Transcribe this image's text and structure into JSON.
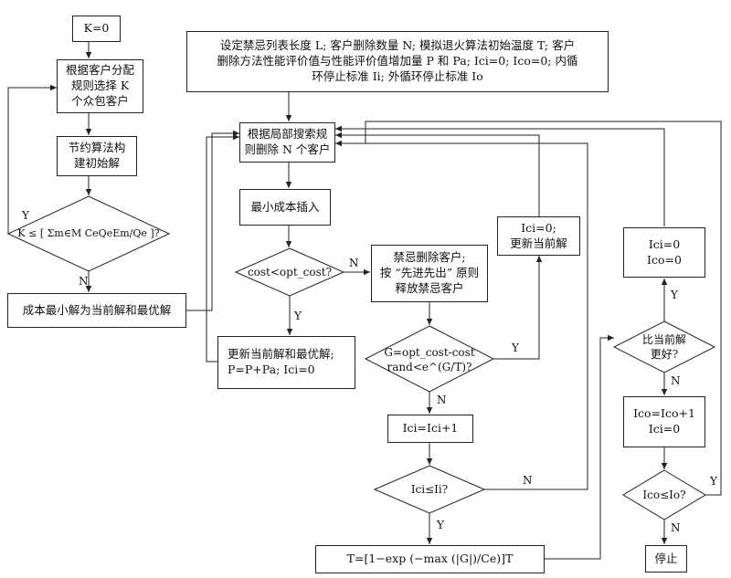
{
  "nodes": {
    "k0": [
      "K=0"
    ],
    "select_k": [
      "根据客户分配",
      "规则选择 K",
      "个众包客户"
    ],
    "saving_init": [
      "节约算法构",
      "建初始解"
    ],
    "k_check": [
      "K ≤ [ Σm∈M CeQeEm/Qe ]?"
    ],
    "min_cost_best": [
      "成本最小解为当前解和最优解"
    ],
    "params": [
      "设定禁忌列表长度 L; 客户删除数量 N; 模拟退火算法初始温度 T; 客户",
      "删除方法性能评价值与性能评价值增加量 P 和 Pa; Ici=0; Ico=0; 内循",
      "环停止标准 Ii; 外循环停止标准 Io"
    ],
    "local_search": [
      "根据局部搜索规",
      "则删除 N 个客户"
    ],
    "min_insert": [
      "最小成本插入"
    ],
    "cost_check": [
      "cost<opt_cost?"
    ],
    "tabu_remove": [
      "禁忌删除客户;",
      "按 “先进先出” 原则",
      "释放禁忌客户"
    ],
    "update_best": [
      "更新当前解和最优解;",
      "P=P+Pa; Ici=0"
    ],
    "ici0_update": [
      "Ici=0;",
      "更新当前解"
    ],
    "sa_check": [
      "G=opt_cost-cost",
      "rand<e^(G/T)?"
    ],
    "ici_inc": [
      "Ici=Ici+1"
    ],
    "ici_check": [
      "Ici≤Ii?"
    ],
    "temp_update": [
      "T=[1−exp (−max (|G|)/Ce)]T"
    ],
    "reset_counts": [
      "Ici=0",
      "Ico=0"
    ],
    "better_check": [
      "比当前解",
      "更好?"
    ],
    "ico_inc": [
      "Ico=Ico+1",
      "Ici=0"
    ],
    "ico_check": [
      "Ico≤Io?"
    ],
    "stop": [
      "停止"
    ]
  },
  "labels": {
    "Y": "Y",
    "N": "N"
  }
}
